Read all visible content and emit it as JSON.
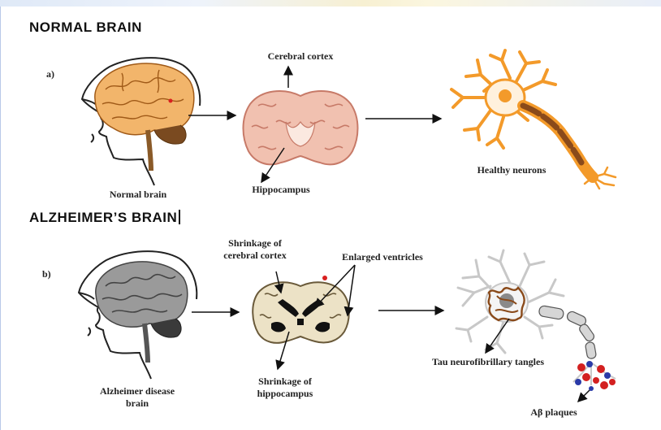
{
  "section_a": {
    "heading": "NORMAL BRAIN",
    "panel": "a)",
    "labels": {
      "head": "Normal brain",
      "cortex": "Cerebral cortex",
      "hippocampus": "Hippocampus",
      "neurons": "Healthy neurons"
    }
  },
  "section_b": {
    "heading": "ALZHEIMER’S BRAIN",
    "panel": "b)",
    "labels": {
      "head_line1": "Alzheimer disease",
      "head_line2": "brain",
      "cortex_line1": "Shrinkage of",
      "cortex_line2": "cerebral cortex",
      "ventricles": "Enlarged ventricles",
      "hippo_line1": "Shrinkage of",
      "hippo_line2": "hippocampus",
      "tau": "Tau neurofibrillary tangles",
      "plaques": "Aβ plaques"
    }
  },
  "colors": {
    "normal_brain": "#f2b56b",
    "cortex_pink": "#f1c1b0",
    "neuron_orange": "#f39a2a",
    "alz_brain": "#9a9a9a",
    "alz_slice": "#ece2c6",
    "tangles": "#8a4a1a",
    "plaques_red": "#d32020",
    "plaques_blue": "#2a3aa8"
  }
}
